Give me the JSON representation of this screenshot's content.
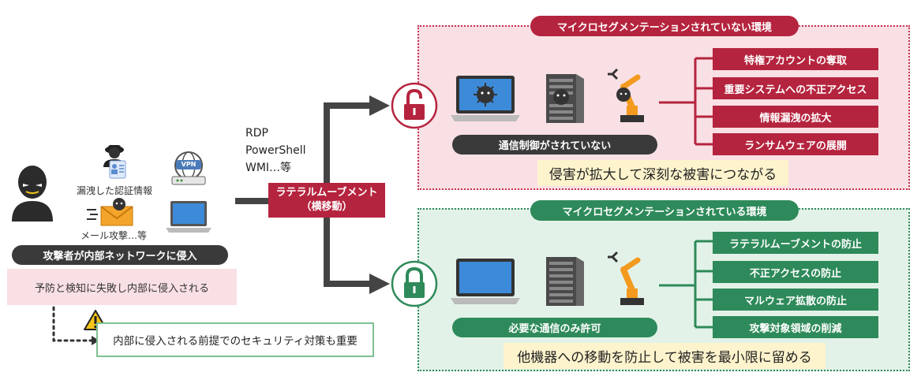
{
  "attacker": {
    "leaked_credentials": "漏洩した認証情報",
    "mail_attack": "メール攻撃…等",
    "vpn_label": "VPN",
    "status_bar": "攻撃者が内部ネットワークに侵入",
    "failure_note": "予防と検知に失敗し内部に侵入される",
    "warning_note": "内部に侵入される前提でのセキュリティ対策も重要"
  },
  "protocols": [
    "RDP",
    "PowerShell",
    "WMI…等"
  ],
  "lateral_label_line1": "ラテラルムーブメント",
  "lateral_label_line2": "（横移動）",
  "unsegmented": {
    "title": "マイクロセグメンテーションされていない環境",
    "control": "通信制御がされていない",
    "results": [
      "特権アカウントの奪取",
      "重要システムへの不正アクセス",
      "情報漏洩の拡大",
      "ランサムウェアの展開"
    ],
    "conclusion": "侵害が拡大して深刻な被害につながる"
  },
  "segmented": {
    "title": "マイクロセグメンテーションされている環境",
    "control": "必要な通信のみ許可",
    "results": [
      "ラテラルムーブメントの防止",
      "不正アクセスの防止",
      "マルウェア拡散の防止",
      "攻撃対象領域の削減"
    ],
    "conclusion": "他機器への移動を防止して被害を最小限に留める"
  },
  "colors": {
    "red": "#b5243e",
    "red_bg": "#f9e0e4",
    "green": "#2e8a5a",
    "green_bg": "#e3f2e8",
    "dark": "#3a3a3a",
    "yellow_highlight": "#fdf3cc"
  }
}
